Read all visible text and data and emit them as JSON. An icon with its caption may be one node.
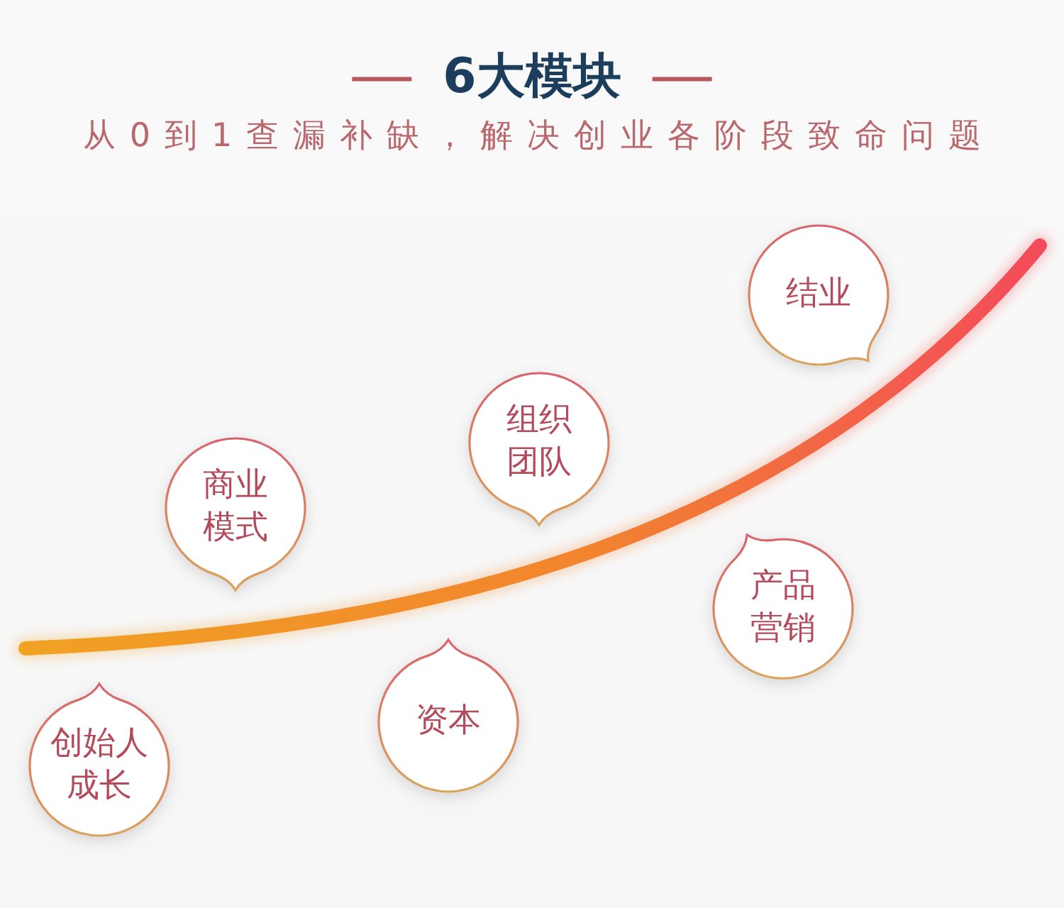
{
  "diagram": {
    "title": "6大模块",
    "nodes": [
      {
        "text": [
          "创始人成长"
        ]
      },
      {
        "text": [
          "商业模式"
        ]
      },
      {
        "text": [
          "资本"
        ]
      },
      {
        "text": [
          "组织团队"
        ]
      },
      {
        "text": [
          "产品营销"
        ]
      },
      {
        "text": [
          "结业"
        ]
      }
    ],
    "labels": [
      "从0到1查漏补缺，解决创业各阶段致命问题"
    ]
  }
}
